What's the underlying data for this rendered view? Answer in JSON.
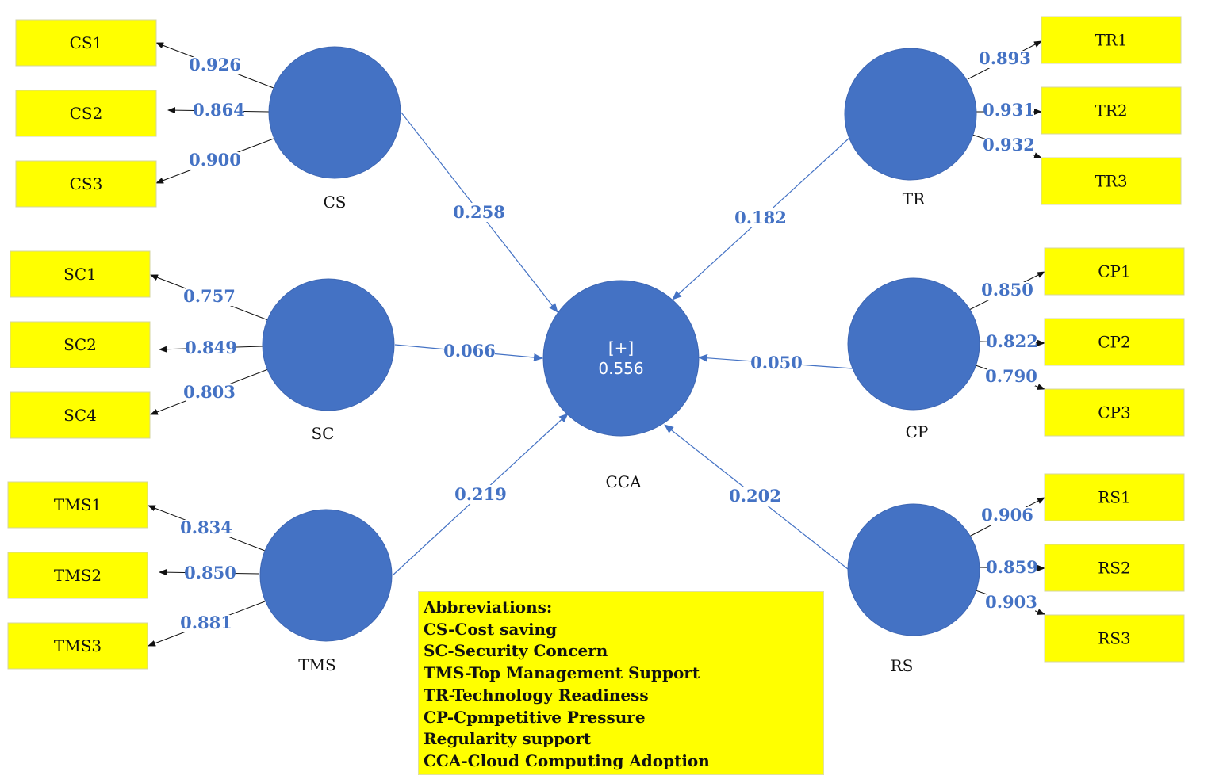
{
  "center": {
    "name": "CCA",
    "badge": "[+]",
    "r2": "0.556"
  },
  "constructs": [
    {
      "id": "CS",
      "label": "CS",
      "path_coef": "0.258",
      "indicators": [
        {
          "label": "CS1",
          "loading": "0.926"
        },
        {
          "label": "CS2",
          "loading": "0.864"
        },
        {
          "label": "CS3",
          "loading": "0.900"
        }
      ]
    },
    {
      "id": "SC",
      "label": "SC",
      "path_coef": "0.066",
      "indicators": [
        {
          "label": "SC1",
          "loading": "0.757"
        },
        {
          "label": "SC2",
          "loading": "0.849"
        },
        {
          "label": "SC4",
          "loading": "0.803"
        }
      ]
    },
    {
      "id": "TMS",
      "label": "TMS",
      "path_coef": "0.219",
      "indicators": [
        {
          "label": "TMS1",
          "loading": "0.834"
        },
        {
          "label": "TMS2",
          "loading": "0.850"
        },
        {
          "label": "TMS3",
          "loading": "0.881"
        }
      ]
    },
    {
      "id": "TR",
      "label": "TR",
      "path_coef": "0.182",
      "indicators": [
        {
          "label": "TR1",
          "loading": "0.893"
        },
        {
          "label": "TR2",
          "loading": "0.931"
        },
        {
          "label": "TR3",
          "loading": "0.932"
        }
      ]
    },
    {
      "id": "CP",
      "label": "CP",
      "path_coef": "0.050",
      "indicators": [
        {
          "label": "CP1",
          "loading": "0.850"
        },
        {
          "label": "CP2",
          "loading": "0.822"
        },
        {
          "label": "CP3",
          "loading": "0.790"
        }
      ]
    },
    {
      "id": "RS",
      "label": "RS",
      "path_coef": "0.202",
      "indicators": [
        {
          "label": "RS1",
          "loading": "0.906"
        },
        {
          "label": "RS2",
          "loading": "0.859"
        },
        {
          "label": "RS3",
          "loading": "0.903"
        }
      ]
    }
  ],
  "abbreviations": {
    "title": "Abbreviations:",
    "items": [
      "CS-Cost saving",
      "SC-Security Concern",
      "TMS-Top Management Support",
      "TR-Technology Readiness",
      "CP-Cpmpetitive Pressure",
      "Regularity support",
      "CCA-Cloud Computing Adoption"
    ]
  },
  "colors": {
    "construct": "#4472c4",
    "indicator": "#ffff00",
    "coefficient": "#4472c4"
  }
}
